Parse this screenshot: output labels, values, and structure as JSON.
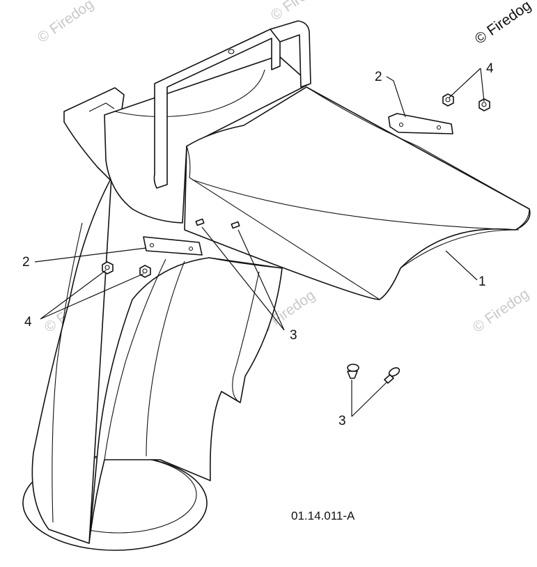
{
  "diagram": {
    "callouts": {
      "c1": "1",
      "c2a": "2",
      "c2b": "2",
      "c3a": "3",
      "c3b": "3",
      "c4a": "4",
      "c4b": "4"
    },
    "drawing_code": "01.14.011-A",
    "watermarks": {
      "top_right": "© Firedog",
      "top_left": "© Firedog",
      "top_center": "© Firedog",
      "mid_right": "© Firedog",
      "center": "© Firedog",
      "left": "© Firedog"
    }
  }
}
